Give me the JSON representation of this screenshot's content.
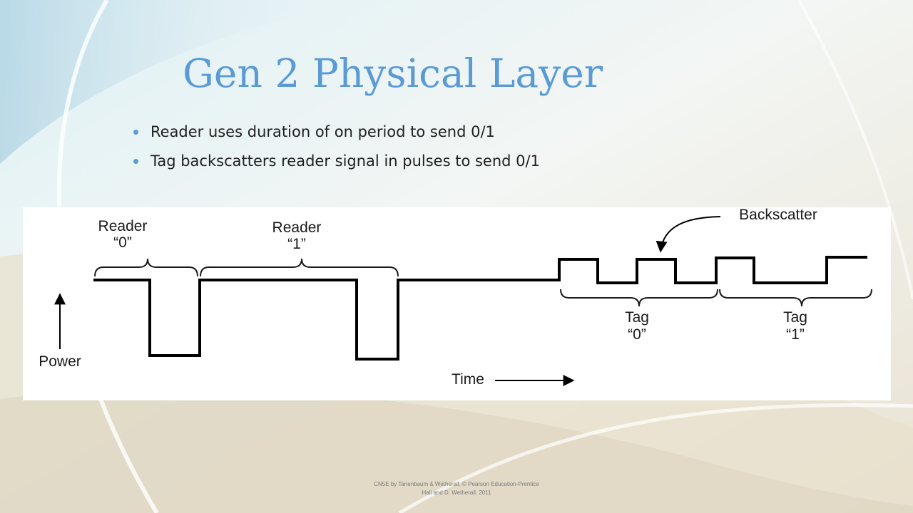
{
  "slide": {
    "title": "Gen 2 Physical Layer",
    "bullets": [
      "Reader uses duration of on period to send 0/1",
      "Tag backscatters reader signal in pulses to send 0/1"
    ],
    "footer_line1": "CN5E by Tanenbaum & Wetherall, © Pearson Education-Prentice",
    "footer_line2": "Hall and D. Wetherall, 2011"
  },
  "diagram": {
    "reader0_label_line1": "Reader",
    "reader0_label_line2": "“0”",
    "reader1_label_line1": "Reader",
    "reader1_label_line2": "“1”",
    "backscatter_label": "Backscatter",
    "tag0_label_line1": "Tag",
    "tag0_label_line2": "“0”",
    "tag1_label_line1": "Tag",
    "tag1_label_line2": "“1”",
    "y_axis_label": "Power",
    "x_axis_label": "Time"
  },
  "colors": {
    "title": "#5b9bd5",
    "bullet_marker": "#5b9bd5",
    "waveform": "#000000"
  }
}
